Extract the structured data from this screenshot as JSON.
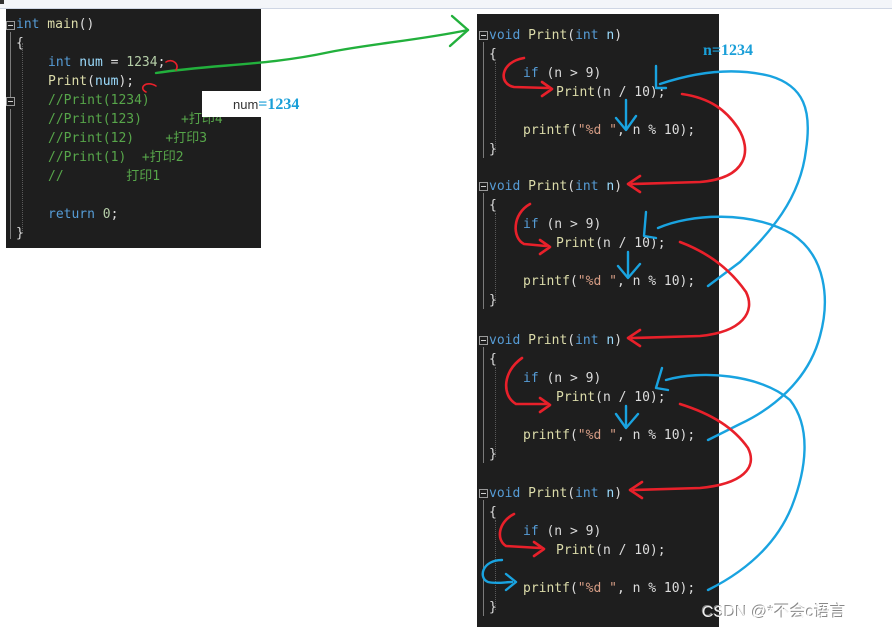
{
  "main_code": {
    "l1": {
      "kw": "int",
      "fn": " main",
      "rest": "()"
    },
    "l2": "{",
    "l3": {
      "kw": "int",
      "var": " num",
      "eq": " = ",
      "num": "1234",
      "end": ";"
    },
    "l4": {
      "fn": "Print",
      "open": "(",
      "var": "num",
      "close": ");"
    },
    "l5": "//Print(1234)",
    "l6": "//Print(123)     +打印4",
    "l7": "//Print(12)    +打印3",
    "l8": "//Print(1)  +打印2",
    "l9": "//        打印1",
    "l11": {
      "kw": "return",
      "num": " 0",
      "end": ";"
    },
    "l12": "}"
  },
  "print_code": {
    "sig": {
      "kw": "void",
      "fn": " Print",
      "open": "(",
      "kw2": "int",
      "var": " n",
      "close": ")"
    },
    "open_brace": "{",
    "if_line": {
      "kw": "if",
      "rest": " (n > 9)"
    },
    "call_line": {
      "fn": "Print",
      "rest": "(n / 10);"
    },
    "printf_line": {
      "fn": "printf",
      "open": "(",
      "str": "\"%d \"",
      "rest": ", n % 10);"
    },
    "close_brace": "}"
  },
  "annotations": {
    "num_label": "num",
    "num_value": "=1234",
    "n_label": "n=1234"
  },
  "watermark": "CSDN @*不会c语言",
  "colors": {
    "green_ink": "#22b03c",
    "red_ink": "#e8202a",
    "blue_ink": "#19a3e0",
    "editor_bg": "#1e1e1e"
  }
}
